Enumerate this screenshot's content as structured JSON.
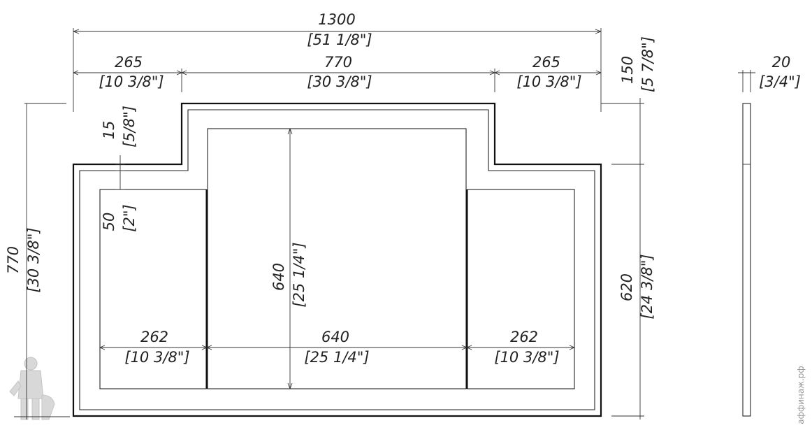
{
  "dimensions": {
    "overall_width": "1300",
    "overall_width_in": "[51 1/8\"]",
    "side_width_left": "265",
    "side_width_left_in": "[10 3/8\"]",
    "center_width": "770",
    "center_width_in": "[30 3/8\"]",
    "side_width_right": "265",
    "side_width_right_in": "[10 3/8\"]",
    "top_step": "150",
    "top_step_in": "[5 7/8\"]",
    "thickness": "20",
    "thickness_in": "[3/4\"]",
    "total_height": "770",
    "total_height_in": "[30 3/8\"]",
    "border_gap": "15",
    "border_gap_in": "[5/8\"]",
    "mirror_offset": "50",
    "mirror_offset_in": "[2\"]",
    "center_mirror_height": "640",
    "center_mirror_height_in": "[25 1/4\"]",
    "right_height": "620",
    "right_height_in": "[24 3/8\"]",
    "left_mirror_width": "262",
    "left_mirror_width_in": "[10 3/8\"]",
    "center_mirror_width": "640",
    "center_mirror_width_in": "[25 1/4\"]",
    "right_mirror_width": "262",
    "right_mirror_width_in": "[10 3/8\"]"
  },
  "watermark": {
    "text": "аффинаж.рф",
    "mascot_icon": "plumber-mascot-icon"
  },
  "colors": {
    "line": "#222222",
    "background": "#ffffff",
    "watermark": "#9a9a9a"
  }
}
